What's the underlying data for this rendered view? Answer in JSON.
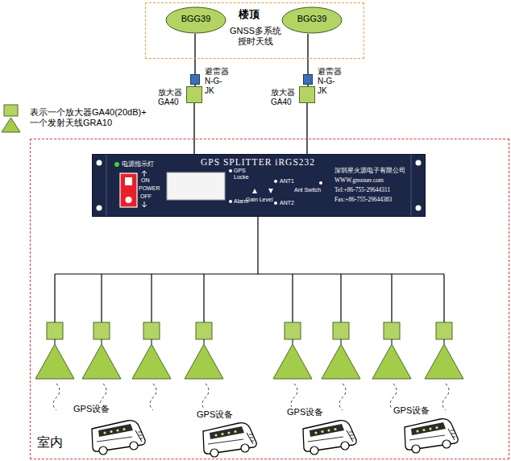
{
  "diagram": {
    "nodes": [
      {
        "text": [
          "楼顶",
          "GNSS多系统 授时天线"
        ]
      },
      {
        "text": [
          "BGG39"
        ],
        "in": 0
      },
      {
        "text": [
          "BGG39"
        ],
        "in": 0
      },
      {
        "text": [
          "避雷器 N-G-JK"
        ]
      },
      {
        "text": [
          "放大器 GA40"
        ]
      },
      {
        "text": [
          "避雷器 N-G-JK"
        ]
      },
      {
        "text": [
          "放大器 GA40"
        ]
      },
      {
        "text": [
          "室内"
        ]
      },
      {
        "text": [
          "GPS SPLITTER iRGS232",
          "电源指示灯",
          "ON",
          "POWER",
          "OFF",
          "GPS Locke",
          "Alarm",
          "Gain Level",
          "ANT1",
          "ANT2",
          "Ant Switch",
          "深圳星火源电子有限公司",
          "WWW.gnssnav.com",
          "Tel:+86-755-29644311",
          "Fax:+86-755-29644383"
        ],
        "in": 7
      }
    ],
    "edges": [
      {
        "from": 1,
        "to": 3,
        "arrow": "none"
      },
      {
        "from": 3,
        "to": 4,
        "arrow": "none"
      },
      {
        "from": 4,
        "to": 8,
        "arrow": "none"
      },
      {
        "from": 2,
        "to": 5,
        "arrow": "none"
      },
      {
        "from": 5,
        "to": 6,
        "arrow": "none"
      },
      {
        "from": 6,
        "to": 8,
        "arrow": "none"
      }
    ],
    "labels": [
      "GPS设备",
      "GPS设备",
      "GPS设备",
      "GPS设备"
    ],
    "legend": [
      {
        "text": "表示一个放大器GA40(20dB)+ 一个发射天线GRA10"
      }
    ]
  }
}
